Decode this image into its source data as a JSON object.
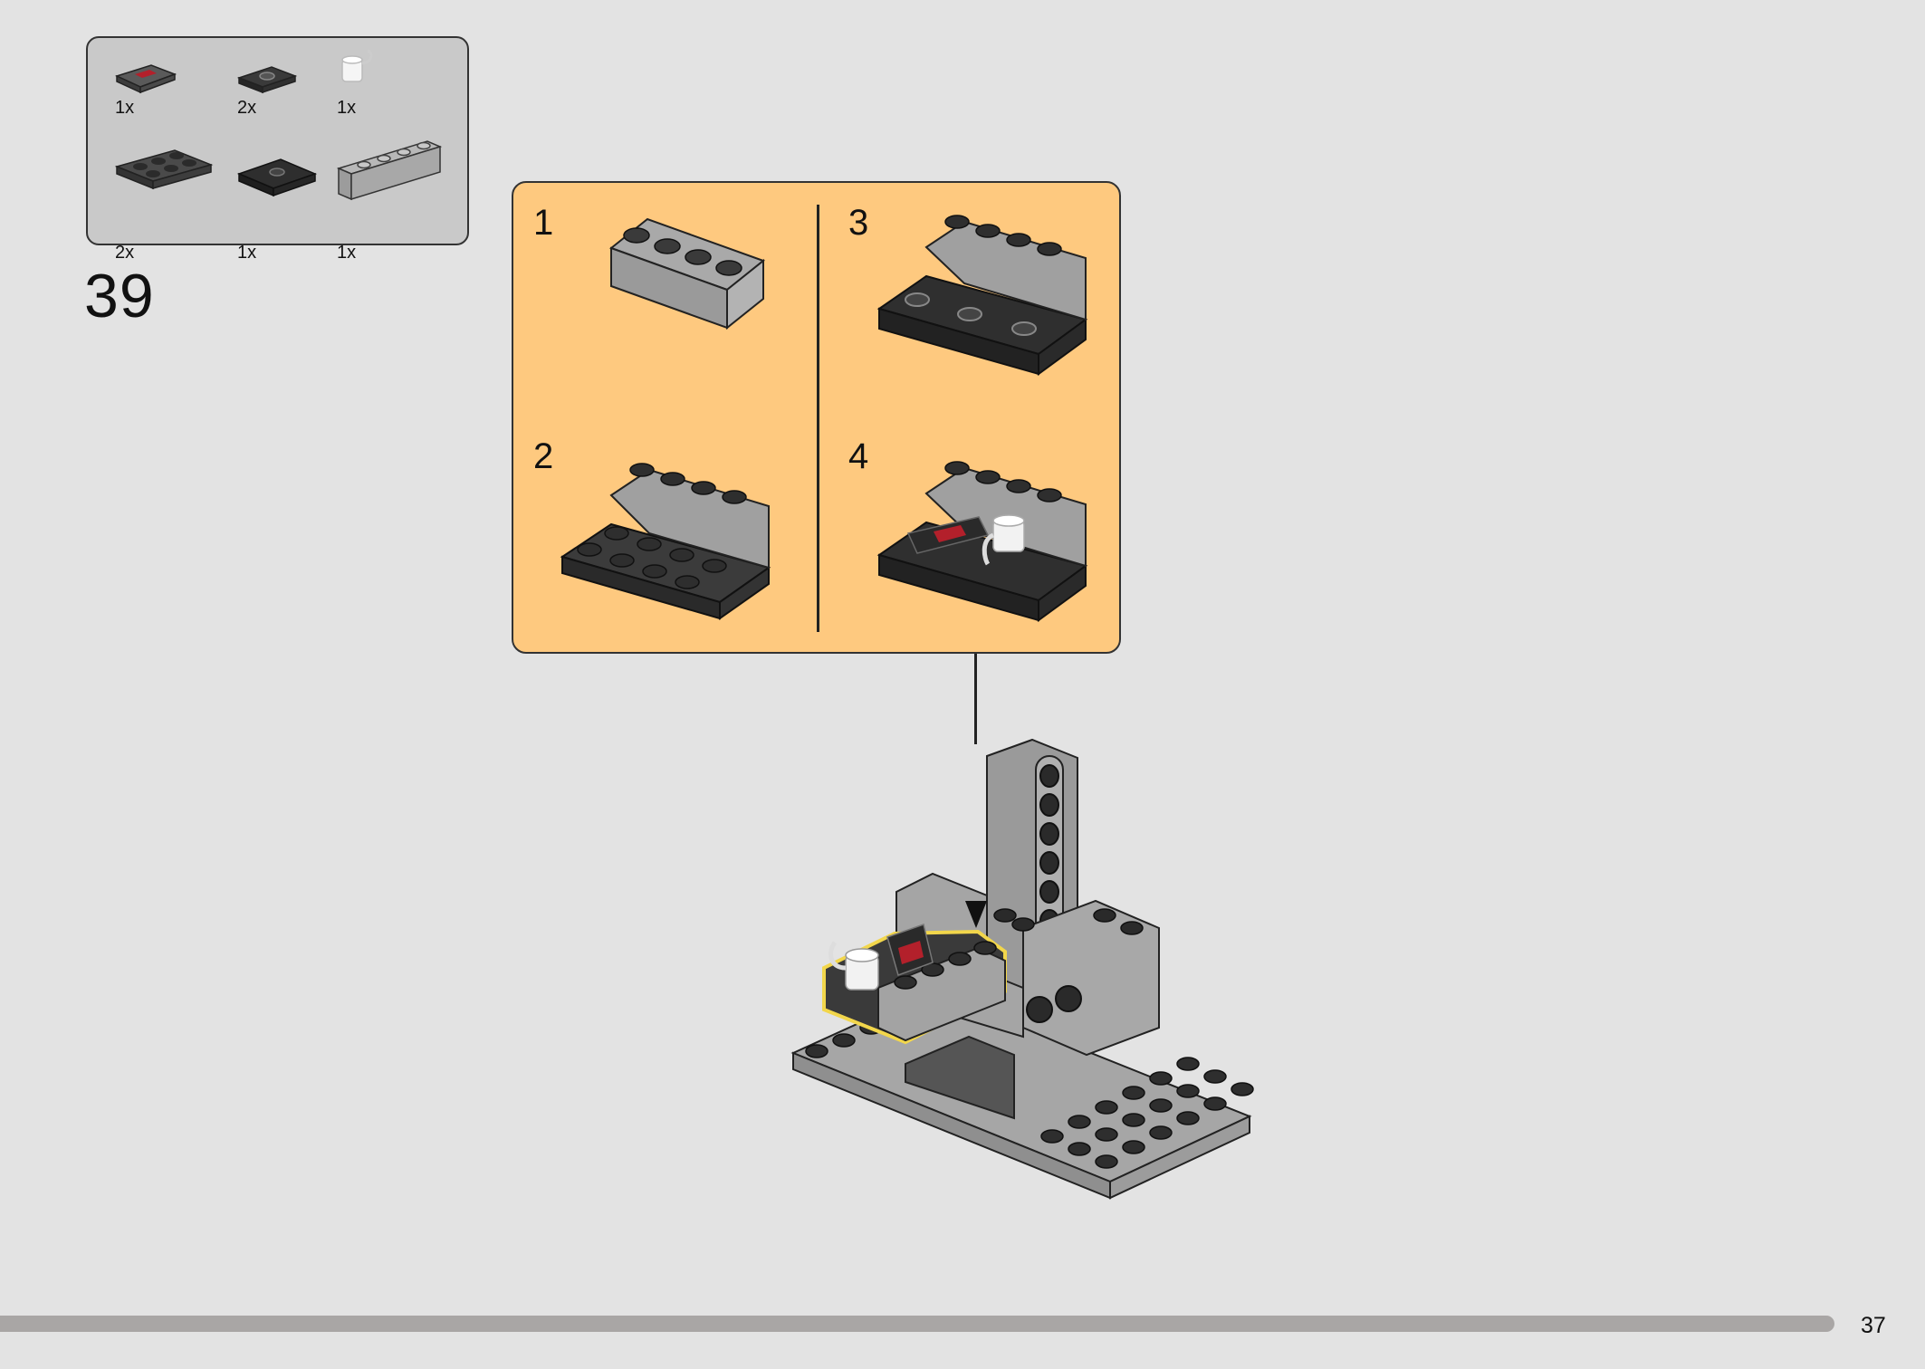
{
  "parts_list": {
    "items": [
      {
        "qty": "1x",
        "name": "tile-with-print-icon"
      },
      {
        "qty": "2x",
        "name": "plate-with-stud-icon"
      },
      {
        "qty": "1x",
        "name": "trans-cup-icon"
      },
      {
        "qty": "2x",
        "name": "plate-2x3-icon"
      },
      {
        "qty": "1x",
        "name": "jumper-plate-icon"
      },
      {
        "qty": "1x",
        "name": "brick-1x4-icon"
      }
    ]
  },
  "step": {
    "number": "39"
  },
  "sub_assembly": {
    "steps": [
      {
        "label": "1"
      },
      {
        "label": "2"
      },
      {
        "label": "3"
      },
      {
        "label": "4"
      }
    ]
  },
  "footer": {
    "page_number": "37"
  },
  "colors": {
    "background": "#e3e3e3",
    "parts_box": "#c9c9c9",
    "sub_box": "#fec97f",
    "progress": "#a9a6a5",
    "highlight": "#f2d64b"
  }
}
